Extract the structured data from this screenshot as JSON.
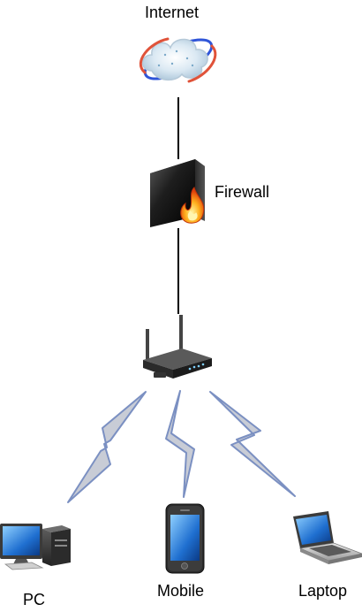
{
  "nodes": {
    "internet": {
      "label": "Internet",
      "icon": "cloud-globe-icon"
    },
    "firewall": {
      "label": "Firewall",
      "icon": "firewall-icon"
    },
    "router": {
      "label": "",
      "icon": "wireless-router-icon"
    },
    "pc": {
      "label": "PC",
      "icon": "desktop-pc-icon"
    },
    "mobile": {
      "label": "Mobile",
      "icon": "smartphone-icon"
    },
    "laptop": {
      "label": "Laptop",
      "icon": "laptop-icon"
    }
  },
  "links": [
    {
      "from": "internet",
      "to": "firewall",
      "kind": "wired"
    },
    {
      "from": "firewall",
      "to": "router",
      "kind": "wired"
    },
    {
      "from": "router",
      "to": "pc",
      "kind": "wireless"
    },
    {
      "from": "router",
      "to": "mobile",
      "kind": "wireless"
    },
    {
      "from": "router",
      "to": "laptop",
      "kind": "wireless"
    }
  ],
  "colors": {
    "wired": "#000000",
    "wireless_fill": "#c8ccd6",
    "wireless_stroke": "#7b90c2"
  }
}
